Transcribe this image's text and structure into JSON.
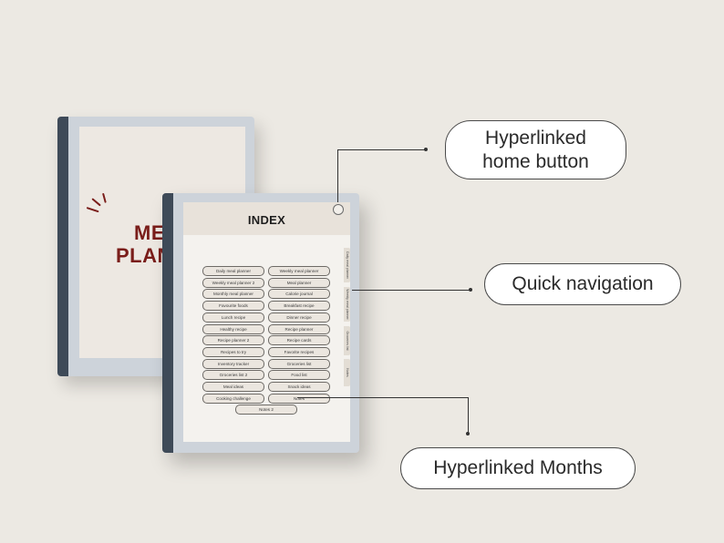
{
  "cover": {
    "title_line1": "ME",
    "title_line2": "PLAN"
  },
  "index_page": {
    "title": "INDEX",
    "links_left": [
      "Daily meal planner",
      "Weekly meal planner 2",
      "Monthly meal planner",
      "Favourite foods",
      "Lunch recipe",
      "Healthy recipe",
      "Recipe planner 2",
      "Recipes to try",
      "Inventory tracker",
      "Groceries list 2",
      "Meal ideas",
      "Cooking challenge"
    ],
    "links_right": [
      "Weekly meal planner",
      "Meal planner",
      "Calorie journal",
      "Breakfast recipe",
      "Dinner recipe",
      "Recipe planner",
      "Recipe cards",
      "Favorite recipes",
      "Groceries list",
      "Food list",
      "Snack ideas",
      "Notes"
    ],
    "link_bottom": "Notes 2",
    "side_tabs": [
      "Daily meal planner",
      "Weekly meal planner",
      "Groceries list",
      "Notes"
    ]
  },
  "callouts": {
    "home_button": {
      "line1": "Hyperlinked",
      "line2": "home button"
    },
    "quick_navigation": "Quick navigation",
    "hyperlinked_months": "Hyperlinked Months"
  },
  "colors": {
    "background": "#ece9e3",
    "accent_red": "#7a1d1a",
    "device_frame": "#cdd3da",
    "spine": "#3e4a58"
  }
}
